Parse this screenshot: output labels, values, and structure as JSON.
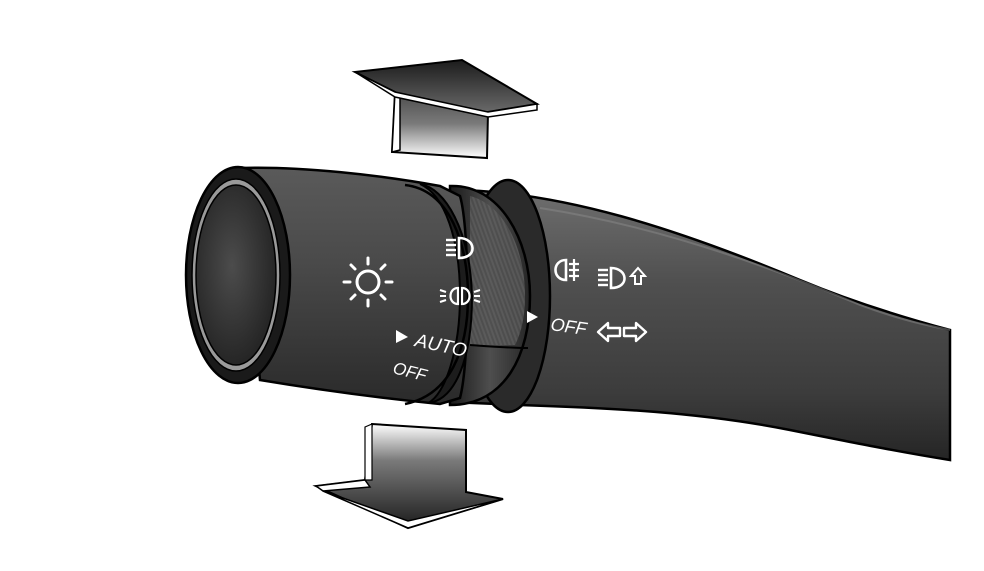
{
  "diagram": {
    "inner_ring": {
      "position_labels": [
        "AUTO",
        "OFF"
      ],
      "icons": [
        "high-beam-icon",
        "parking-lamp-icon",
        "headlight-sun-icon",
        "pointer-triangle-icon"
      ]
    },
    "outer_ring": {
      "position_labels": [
        "OFF"
      ],
      "icons": [
        "front-fog-lamp-icon",
        "high-beam-flash-icon",
        "turn-signal-arrows-icon",
        "pointer-triangle-icon"
      ]
    },
    "arrows": [
      "arrow-up-icon",
      "arrow-down-icon"
    ],
    "colors": {
      "stalk_body": "#4a4a4a",
      "stalk_dark": "#1e1e1e",
      "ring": "#2f2f2f",
      "knurl": "#5c5c5c",
      "icon": "#ffffff",
      "arrow_dark": "#222222",
      "arrow_light": "#ffffff"
    }
  }
}
